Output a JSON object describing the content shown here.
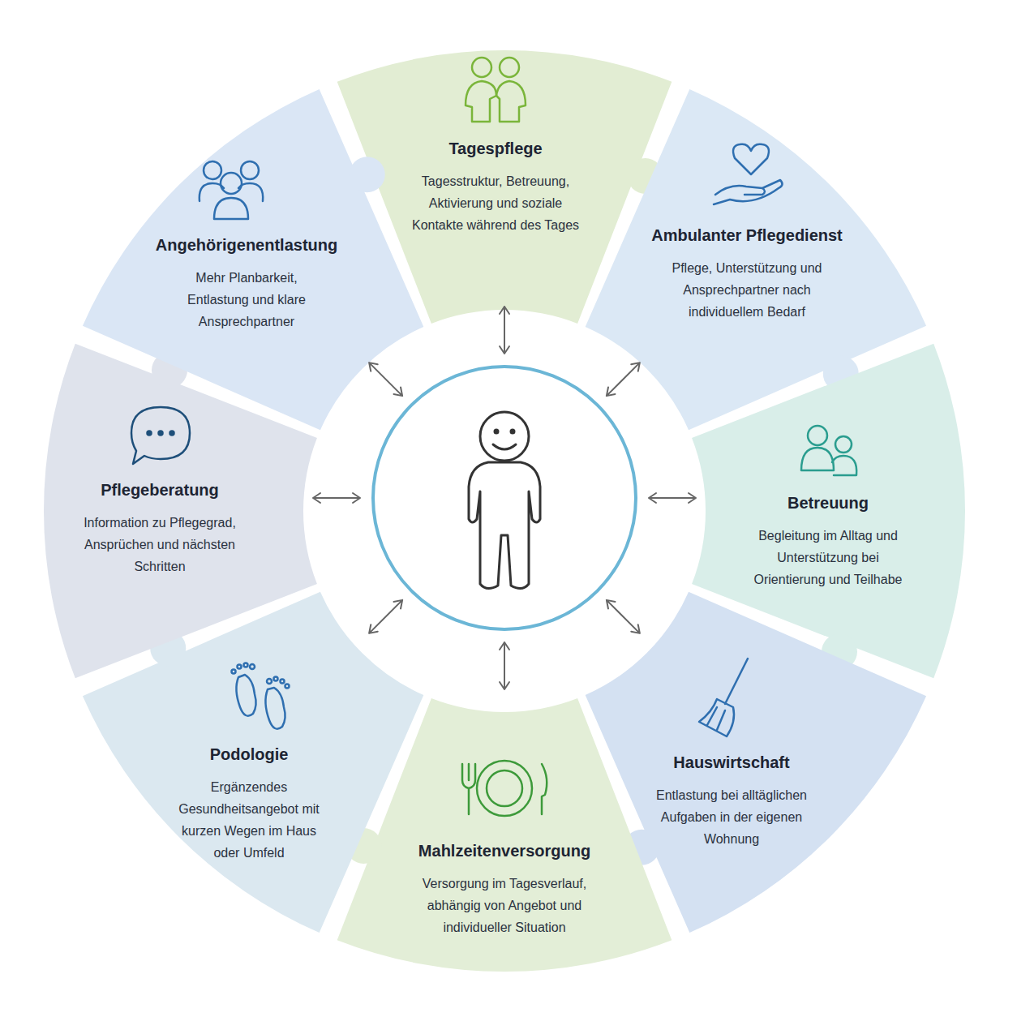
{
  "diagram": {
    "nodes": [
      {
        "text": [
          "Tagespflege",
          "Tagesstruktur, Betreuung, Aktivierung und soziale Kontakte während des Tages"
        ]
      },
      {
        "text": [
          "Ambulanter Pflegedienst",
          "Pflege, Unterstützung und Ansprechpartner nach individuellem Bedarf"
        ]
      },
      {
        "text": [
          "Betreuung",
          "Begleitung im Alltag und Unterstützung bei Orientierung und Teilhabe"
        ]
      },
      {
        "text": [
          "Hauswirtschaft",
          "Entlastung bei alltäglichen Aufgaben in der eigenen Wohnung"
        ]
      },
      {
        "text": [
          "Mahlzeitenversorgung",
          "Versorgung im Tagesverlauf, abhängig von Angebot und individueller Situation"
        ]
      },
      {
        "text": [
          "Podologie",
          "Ergänzendes Gesundheitsangebot mit kurzen Wegen im Haus oder Umfeld"
        ]
      },
      {
        "text": [
          "Pflegeberatung",
          "Information zu Pflegegrad, Ansprüchen und nächsten Schritten"
        ]
      },
      {
        "text": [
          "Angehörigenentlastung",
          "Mehr Planbarkeit, Entlastung und klare Ansprechpartner"
        ]
      }
    ]
  }
}
